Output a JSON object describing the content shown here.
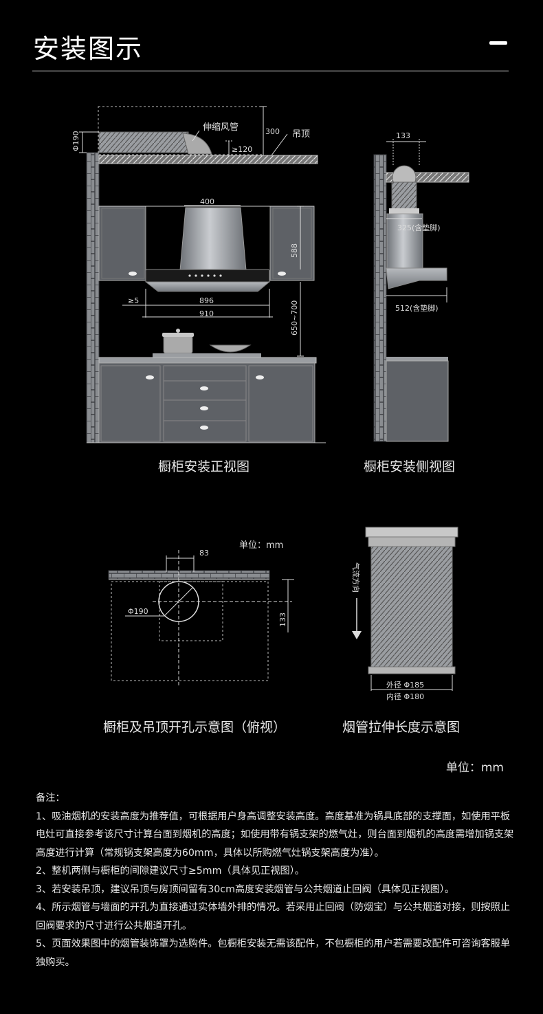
{
  "header": {
    "title": "安装图示"
  },
  "front_view": {
    "caption": "橱柜安装正视图",
    "labels": {
      "duct": "伸缩风管",
      "ceiling": "吊顶",
      "d300": "300",
      "d120": "≥120",
      "phi190": "Φ190",
      "d400": "400",
      "d588": "588",
      "d5": "≥5",
      "d896": "896",
      "d910": "910",
      "d650": "650~700"
    }
  },
  "side_view": {
    "caption": "橱柜安装侧视图",
    "labels": {
      "d133": "133",
      "d325": "325(含垫脚)",
      "d512": "512(含垫脚)"
    }
  },
  "top_view": {
    "caption": "橱柜及吊顶开孔示意图（俯视）",
    "unit": "单位：mm",
    "labels": {
      "d83": "83",
      "phi190": "Φ190",
      "d133": "133"
    }
  },
  "duct_view": {
    "caption": "烟管拉伸长度示意图",
    "labels": {
      "airflow": "气流方向",
      "outer": "外径 Φ185",
      "inner": "内径 Φ180"
    }
  },
  "unit_bottom": "单位：mm",
  "notes": {
    "heading": "备注：",
    "items": [
      "1、吸油烟机的安装高度为推荐值，可根据用户身高调整安装高度。高度基准为锅具底部的支撑面，如使用平板电灶可直接参考该尺寸计算台面到烟机的高度；如使用带有锅支架的燃气灶，则台面到烟机的高度需增加锅支架高度进行计算（常规锅支架高度为60mm，具体以所购燃气灶锅支架高度为准）。",
      "2、整机两侧与橱柜的间隙建议尺寸≥5mm（具体见正视图）。",
      "3、若安装吊顶，建议吊顶与房顶间留有30cm高度安装烟管与公共烟道止回阀（具体见正视图）。",
      "4、所示烟管与墙面的开孔为直接通过实体墙外排的情况。若采用止回阀（防烟宝）与公共烟道对接，则按照止回阀要求的尺寸进行公共烟道开孔。",
      "5、页面效果图中的烟管装饰罩为选购件。包橱柜安装无需该配件，不包橱柜的用户若需要改配件可咨询客服单独购买。"
    ]
  },
  "colors": {
    "background": "#000000",
    "cabinet": "#5e6166",
    "wall": "#8a8d91",
    "line": "#dddddd"
  }
}
